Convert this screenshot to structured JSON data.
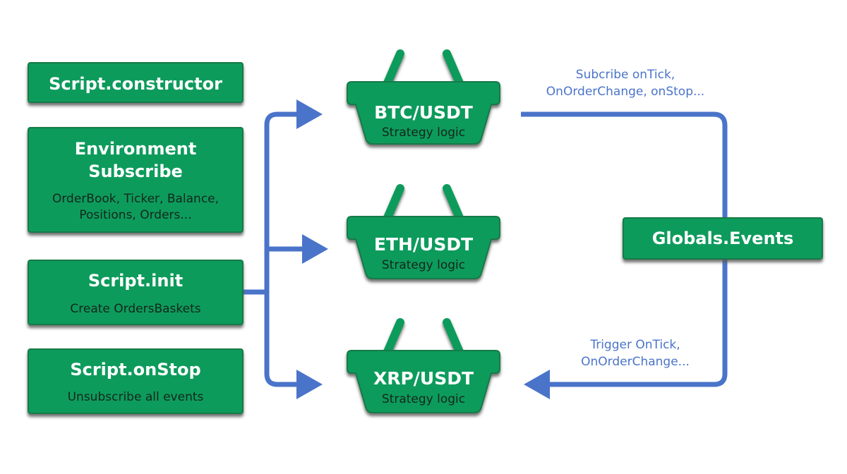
{
  "colors": {
    "box_fill": "#0d9b5c",
    "box_border": "#177a46",
    "shadow": "#5a5a5a",
    "connector": "#4a74c9",
    "title_text": "#ffffff",
    "subtitle_text": "#12271c"
  },
  "lifecycle": {
    "constructor": {
      "title": "Script.constructor"
    },
    "environment": {
      "title_line1": "Environment",
      "title_line2": "Subscribe",
      "sub_line1": "OrderBook, Ticker, Balance,",
      "sub_line2": "Positions, Orders..."
    },
    "init": {
      "title": "Script.init",
      "sub": "Create OrdersBaskets"
    },
    "onstop": {
      "title": "Script.onStop",
      "sub": "Unsubscribe all events"
    }
  },
  "baskets": [
    {
      "pair": "BTC/USDT",
      "label": "Strategy logic"
    },
    {
      "pair": "ETH/USDT",
      "label": "Strategy logic"
    },
    {
      "pair": "XRP/USDT",
      "label": "Strategy logic"
    }
  ],
  "events": {
    "title": "Globals.Events"
  },
  "annotations": {
    "subscribe_line1": "Subcribe onTick,",
    "subscribe_line2": "OnOrderChange, onStop...",
    "trigger_line1": "Trigger OnTick,",
    "trigger_line2": "OnOrderChange..."
  }
}
